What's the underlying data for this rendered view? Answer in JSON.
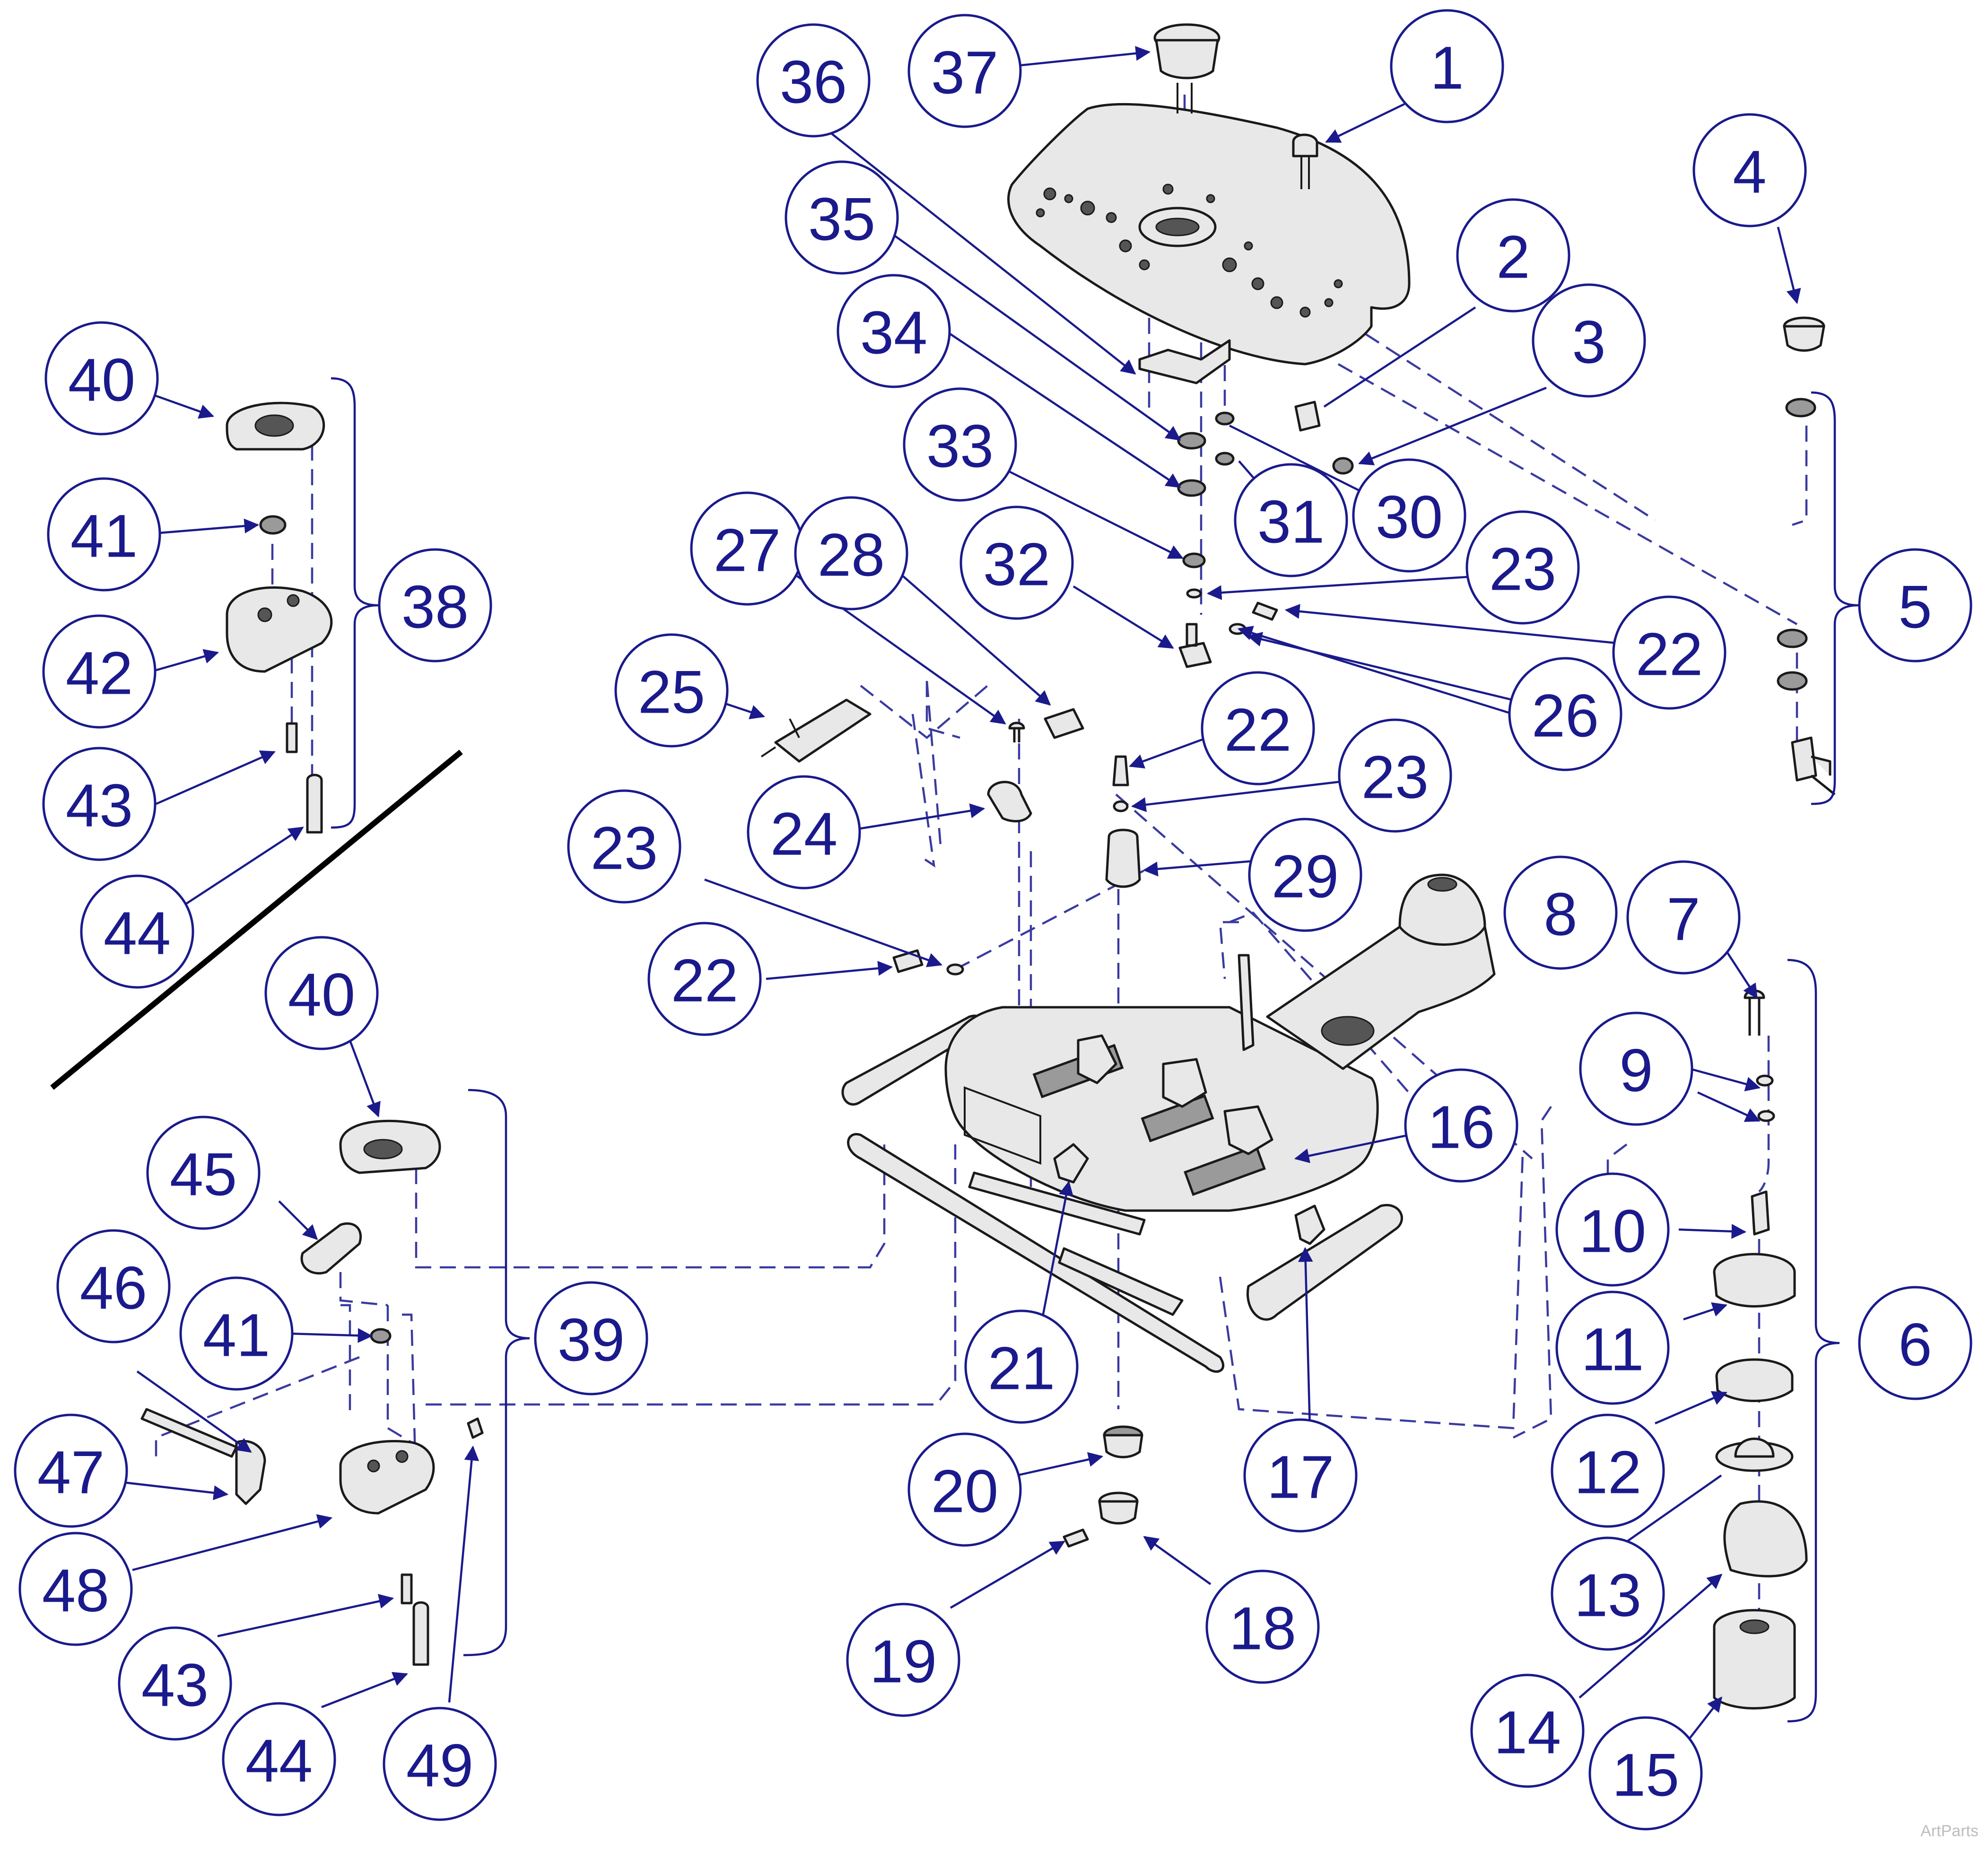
{
  "watermark": "ArtParts",
  "colors": {
    "callout": "#1a1a8c",
    "part_fill": "#e8e8e8",
    "outline": "#1a1a1a"
  },
  "callouts": [
    {
      "label": "1"
    },
    {
      "label": "2"
    },
    {
      "label": "3"
    },
    {
      "label": "4"
    },
    {
      "label": "5"
    },
    {
      "label": "6"
    },
    {
      "label": "7"
    },
    {
      "label": "8"
    },
    {
      "label": "9"
    },
    {
      "label": "10"
    },
    {
      "label": "11"
    },
    {
      "label": "12"
    },
    {
      "label": "13"
    },
    {
      "label": "14"
    },
    {
      "label": "15"
    },
    {
      "label": "16"
    },
    {
      "label": "17"
    },
    {
      "label": "18"
    },
    {
      "label": "19"
    },
    {
      "label": "20"
    },
    {
      "label": "21"
    },
    {
      "label": "22"
    },
    {
      "label": "22"
    },
    {
      "label": "22"
    },
    {
      "label": "23"
    },
    {
      "label": "23"
    },
    {
      "label": "23"
    },
    {
      "label": "24"
    },
    {
      "label": "25"
    },
    {
      "label": "26"
    },
    {
      "label": "27"
    },
    {
      "label": "28"
    },
    {
      "label": "29"
    },
    {
      "label": "30"
    },
    {
      "label": "31"
    },
    {
      "label": "32"
    },
    {
      "label": "33"
    },
    {
      "label": "34"
    },
    {
      "label": "35"
    },
    {
      "label": "36"
    },
    {
      "label": "37"
    },
    {
      "label": "38"
    },
    {
      "label": "39"
    },
    {
      "label": "40"
    },
    {
      "label": "40"
    },
    {
      "label": "41"
    },
    {
      "label": "41"
    },
    {
      "label": "42"
    },
    {
      "label": "43"
    },
    {
      "label": "43"
    },
    {
      "label": "44"
    },
    {
      "label": "44"
    },
    {
      "label": "45"
    },
    {
      "label": "46"
    },
    {
      "label": "47"
    },
    {
      "label": "48"
    },
    {
      "label": "49"
    }
  ]
}
